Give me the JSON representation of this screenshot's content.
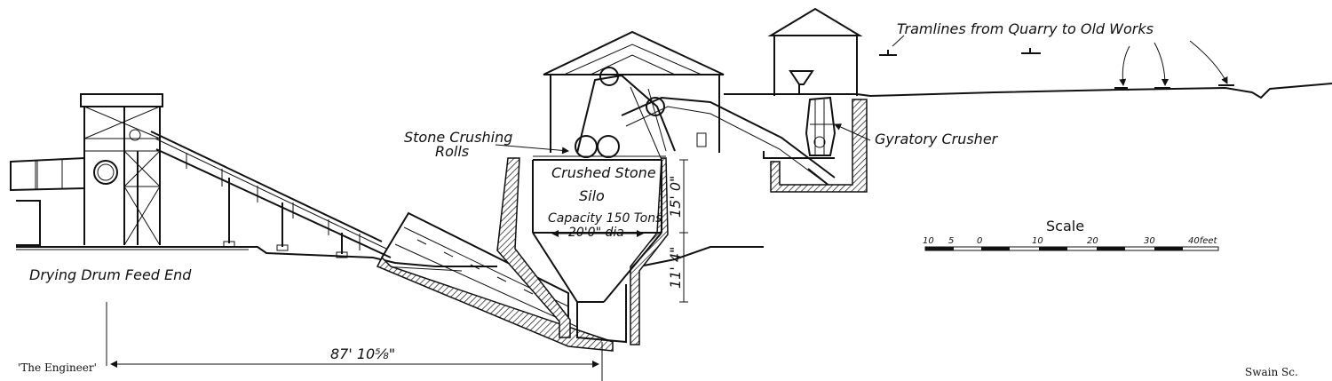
{
  "labels": {
    "tramlines": "Tramlines from Quarry to Old Works",
    "stone_rolls_1": "Stone Crushing",
    "stone_rolls_2": "Rolls",
    "gyratory": "Gyratory Crusher",
    "silo_1": "Crushed Stone",
    "silo_2": "Silo",
    "silo_capacity": "Capacity 150 Tons",
    "silo_dia": "20'0\" dia",
    "dim_upper": "15' 0\"",
    "dim_lower": "11' 4\"",
    "drying_drum": "Drying Drum Feed End",
    "overall_dim": "87' 10⅝\""
  },
  "scale": {
    "title": "Scale",
    "ticks": [
      "10",
      "5",
      "0",
      "10",
      "20",
      "30",
      "40feet"
    ]
  },
  "credits": {
    "left": "'The Engineer'",
    "right": "Swain Sc."
  }
}
